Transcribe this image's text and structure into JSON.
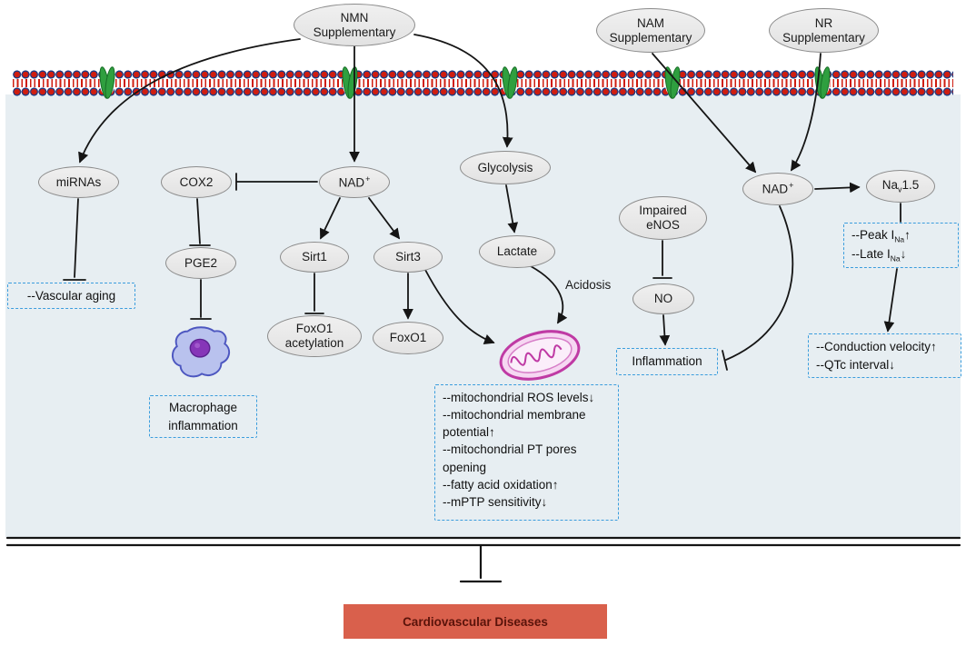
{
  "supplements": {
    "nmn": {
      "l1": "NMN",
      "l2": "Supplementary"
    },
    "nam": {
      "l1": "NAM",
      "l2": "Supplementary"
    },
    "nr": {
      "l1": "NR",
      "l2": "Supplementary"
    }
  },
  "nodes": {
    "mirnas": "miRNAs",
    "cox2": "COX2",
    "nad": "NAD",
    "nad_sup": "+",
    "glycolysis": "Glycolysis",
    "pge2": "PGE2",
    "sirt1": "Sirt1",
    "sirt3": "Sirt3",
    "lactate": "Lactate",
    "impaired_enos": {
      "l1": "Impaired",
      "l2": "eNOS"
    },
    "no": "NO",
    "foxo1_acet": {
      "l1": "FoxO1",
      "l2": "acetylation"
    },
    "foxo1": "FoxO1",
    "nad_right": "NAD",
    "nad_right_sup": "+",
    "nav": {
      "pre": "Na",
      "sub": "v",
      "post": "1.5"
    }
  },
  "labels": {
    "acidosis": "Acidosis",
    "inflammation": "Inflammation"
  },
  "boxes": {
    "vascular": "--Vascular aging",
    "peak": {
      "l1_pre": "--Peak I",
      "l1_sub": "Na",
      "l1_post": "↑",
      "l2_pre": "--Late I",
      "l2_sub": "Na",
      "l2_post": "↓"
    },
    "macrophage": {
      "l1": "Macrophage",
      "l2": "inflammation"
    },
    "mito": {
      "lines": [
        "--mitochondrial ROS levels↓",
        "--mitochondrial membrane potential↑",
        "--mitochondrial PT pores opening",
        "--fatty acid oxidation↑",
        "--mPTP sensitivity↓"
      ]
    },
    "conduction": {
      "l1": "--Conduction velocity↑",
      "l2": "--QTc interval↓"
    }
  },
  "footer": {
    "cvd": "Cardiovascular Diseases"
  },
  "colors": {
    "accent_dashed": "#3b9ddd",
    "node_fill": "#e9e9e9",
    "interior": "#e7eef2",
    "cvd_bg": "#d9604c",
    "membrane_red": "#cf1d10",
    "transporter_green": "#2f9f3f"
  }
}
